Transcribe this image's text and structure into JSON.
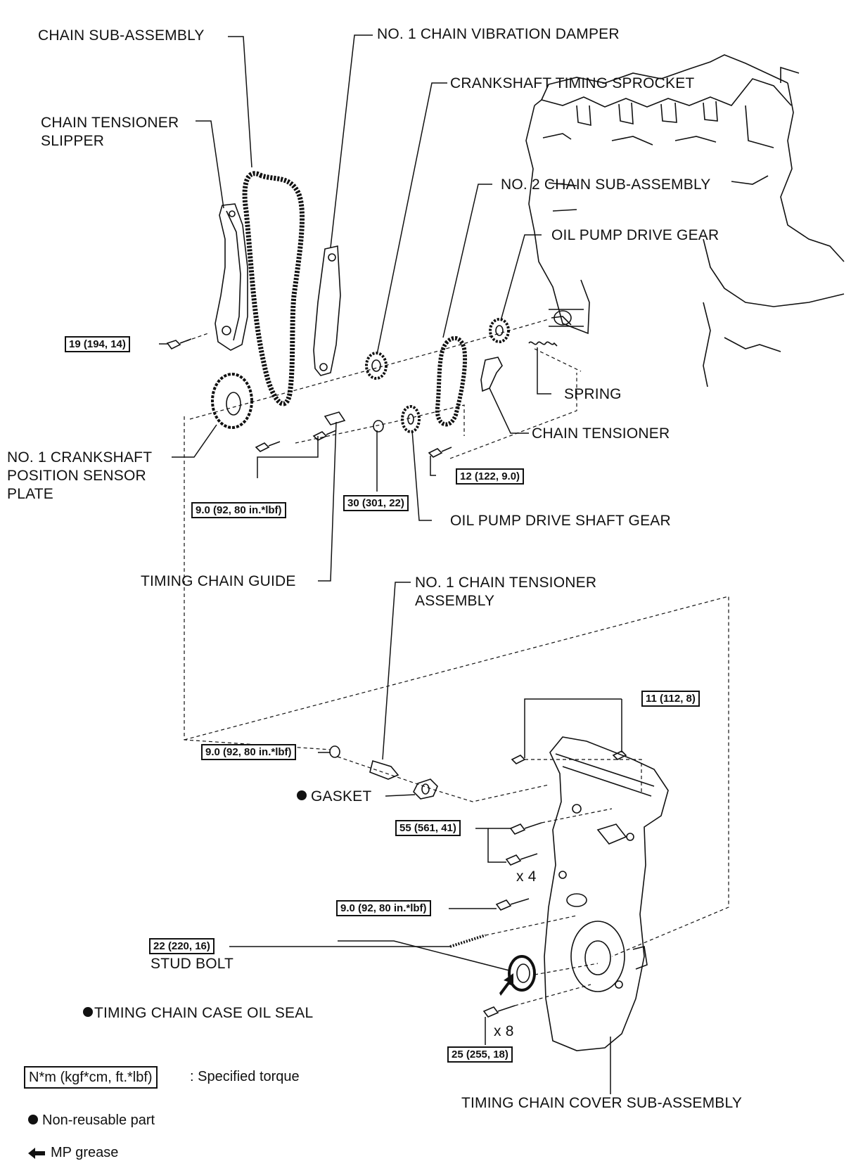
{
  "labels": {
    "chain_sub_assembly": "CHAIN SUB-ASSEMBLY",
    "no1_chain_vibration_damper": "NO. 1 CHAIN VIBRATION DAMPER",
    "crankshaft_timing_sprocket": "CRANKSHAFT TIMING SPROCKET",
    "chain_tensioner_slipper": "CHAIN TENSIONER\nSLIPPER",
    "no2_chain_sub_assembly": "NO. 2 CHAIN SUB-ASSEMBLY",
    "oil_pump_drive_gear": "OIL PUMP DRIVE GEAR",
    "spring": "SPRING",
    "chain_tensioner": "CHAIN TENSIONER",
    "no1_crankshaft_position_sensor_plate": "NO. 1 CRANKSHAFT\nPOSITION SENSOR\nPLATE",
    "oil_pump_drive_shaft_gear": "OIL PUMP DRIVE SHAFT GEAR",
    "timing_chain_guide": "TIMING CHAIN GUIDE",
    "no1_chain_tensioner_assembly": "NO. 1 CHAIN TENSIONER\nASSEMBLY",
    "gasket": "GASKET",
    "x4": "x 4",
    "stud_bolt": "STUD BOLT",
    "timing_chain_case_oil_seal": "TIMING CHAIN CASE OIL SEAL",
    "x8": "x 8",
    "timing_chain_cover_sub_assembly": "TIMING CHAIN COVER SUB-ASSEMBLY"
  },
  "torques": {
    "slipper_bolt": "19 (194, 14)",
    "guide_bolts": "9.0 (92, 80 in.*lbf)",
    "sprocket_nut": "30 (301, 22)",
    "tensioner_bolt": "12 (122, 9.0)",
    "cover_nuts": "11 (112, 8)",
    "tensioner_assy_nut": "9.0 (92, 80 in.*lbf)",
    "cover_bolts_55": "55 (561, 41)",
    "cover_bolt_9": "9.0 (92, 80 in.*lbf)",
    "stud_bolt": "22 (220, 16)",
    "cover_bolts_25": "25 (255, 18)"
  },
  "legend": {
    "torque_box": "N*m (kgf*cm, ft.*lbf)",
    "torque_desc": ": Specified torque",
    "non_reusable": "Non-reusable part",
    "mp_grease": "MP grease"
  }
}
